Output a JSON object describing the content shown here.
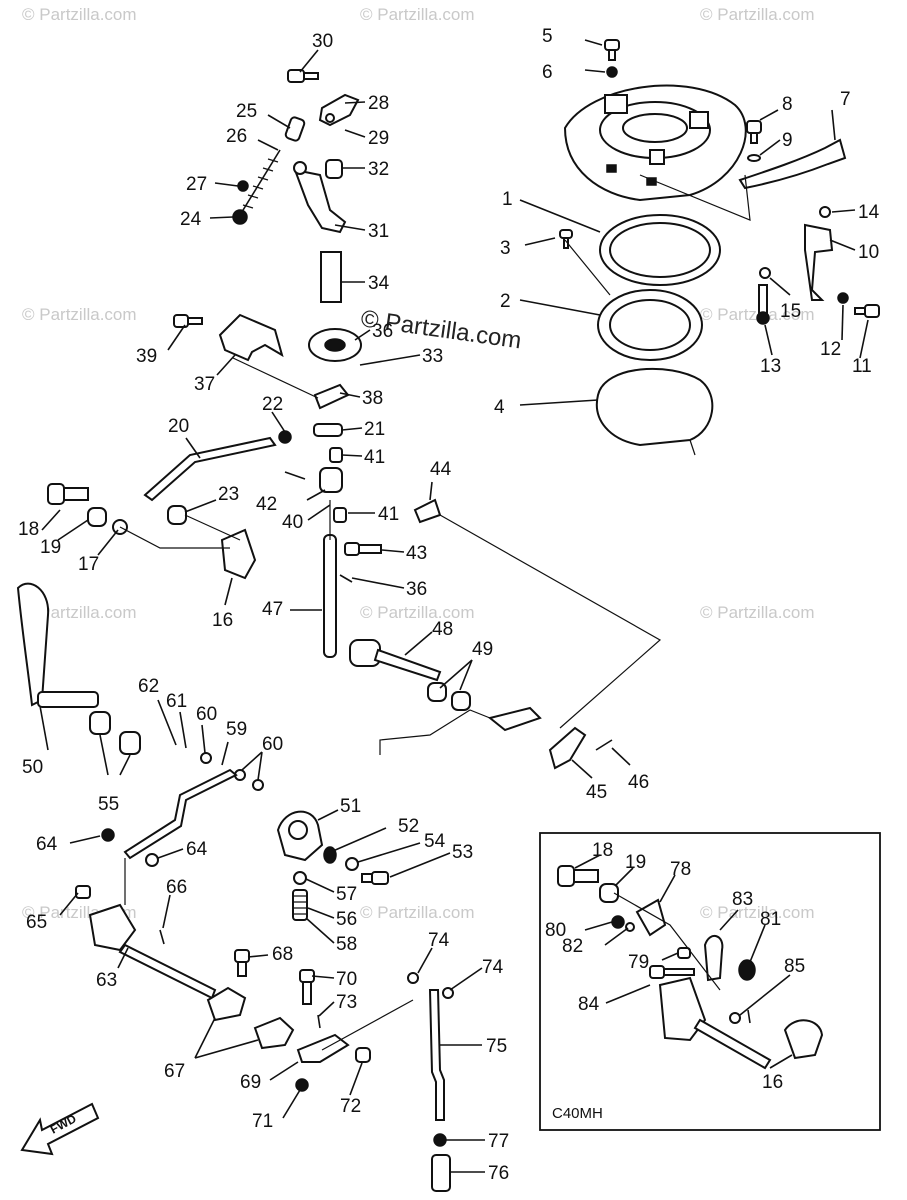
{
  "watermark": "© Partzilla.com",
  "watermark_center": "© Partzilla.com",
  "inset_label": "C40MH",
  "fwd_label": "FWD",
  "callouts": [
    "1",
    "2",
    "3",
    "4",
    "5",
    "6",
    "7",
    "8",
    "9",
    "10",
    "11",
    "12",
    "13",
    "14",
    "15",
    "16",
    "17",
    "18",
    "19",
    "20",
    "21",
    "22",
    "23",
    "24",
    "25",
    "26",
    "27",
    "28",
    "29",
    "30",
    "31",
    "32",
    "33",
    "34",
    "36",
    "36b",
    "37",
    "38",
    "39",
    "40",
    "41",
    "41b",
    "42",
    "43",
    "44",
    "45",
    "46",
    "47",
    "48",
    "49",
    "50",
    "51",
    "52",
    "53",
    "54",
    "55",
    "56",
    "57",
    "58",
    "59",
    "60",
    "60b",
    "61",
    "62",
    "63",
    "64",
    "64b",
    "65",
    "66",
    "67",
    "68",
    "69",
    "70",
    "71",
    "72",
    "73",
    "74",
    "74b",
    "75",
    "76",
    "77",
    "78",
    "79",
    "80",
    "81",
    "82",
    "83",
    "84",
    "85",
    "16b",
    "18b",
    "19b"
  ],
  "callout_text": {
    "1": "1",
    "2": "2",
    "3": "3",
    "4": "4",
    "5": "5",
    "6": "6",
    "7": "7",
    "8": "8",
    "9": "9",
    "10": "10",
    "11": "11",
    "12": "12",
    "13": "13",
    "14": "14",
    "15": "15",
    "16": "16",
    "17": "17",
    "18": "18",
    "19": "19",
    "20": "20",
    "21": "21",
    "22": "22",
    "23": "23",
    "24": "24",
    "25": "25",
    "26": "26",
    "27": "27",
    "28": "28",
    "29": "29",
    "30": "30",
    "31": "31",
    "32": "32",
    "33": "33",
    "34": "34",
    "36": "36",
    "36b": "36",
    "37": "37",
    "38": "38",
    "39": "39",
    "40": "40",
    "41": "41",
    "41b": "41",
    "42": "42",
    "43": "43",
    "44": "44",
    "45": "45",
    "46": "46",
    "47": "47",
    "48": "48",
    "49": "49",
    "50": "50",
    "51": "51",
    "52": "52",
    "53": "53",
    "54": "54",
    "55": "55",
    "56": "56",
    "57": "57",
    "58": "58",
    "59": "59",
    "60": "60",
    "60b": "60",
    "61": "61",
    "62": "62",
    "63": "63",
    "64": "64",
    "64b": "64",
    "65": "65",
    "66": "66",
    "67": "67",
    "68": "68",
    "69": "69",
    "70": "70",
    "71": "71",
    "72": "72",
    "73": "73",
    "74": "74",
    "74b": "74",
    "75": "75",
    "76": "76",
    "77": "77",
    "78": "78",
    "79": "79",
    "80": "80",
    "81": "81",
    "82": "82",
    "83": "83",
    "84": "84",
    "85": "85",
    "16b": "16",
    "18b": "18",
    "19b": "19"
  }
}
